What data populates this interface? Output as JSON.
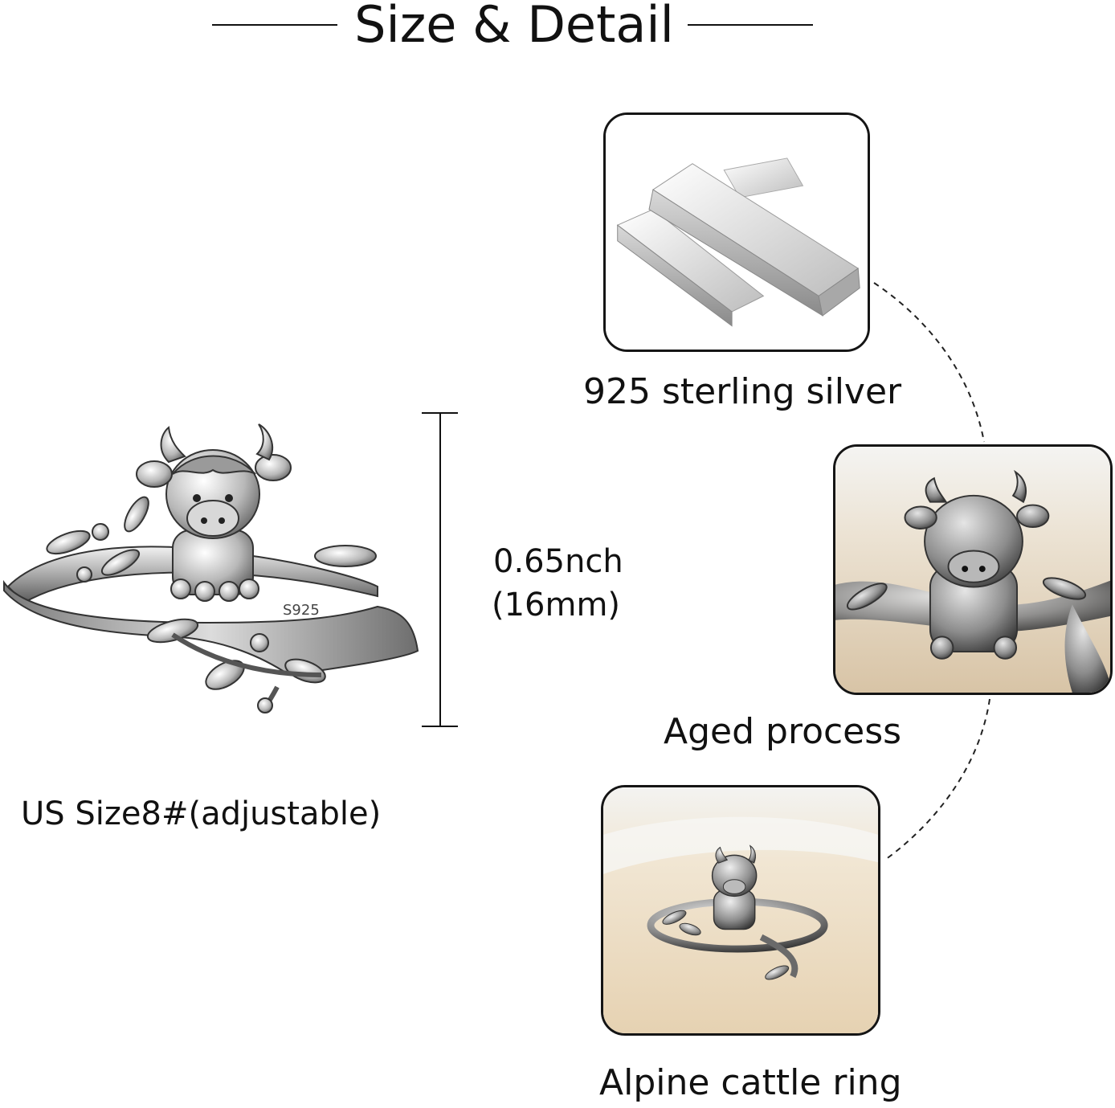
{
  "header": {
    "title": "Size & Detail"
  },
  "main_ring": {
    "stamp": "S925",
    "size_label": "US Size8#(adjustable)"
  },
  "measurement": {
    "line1": "0.65nch",
    "line2": "(16mm)"
  },
  "details": [
    {
      "caption": "925 sterling silver",
      "icon": "silver-bars-photo"
    },
    {
      "caption": "Aged process",
      "icon": "aged-ring-closeup-photo"
    },
    {
      "caption": "Alpine cattle ring",
      "icon": "ring-on-fabric-photo"
    }
  ],
  "colors": {
    "text": "#111111",
    "frame_border": "#151515",
    "silver": "#c9c9c9",
    "background_beige": "#e9d9c0"
  }
}
